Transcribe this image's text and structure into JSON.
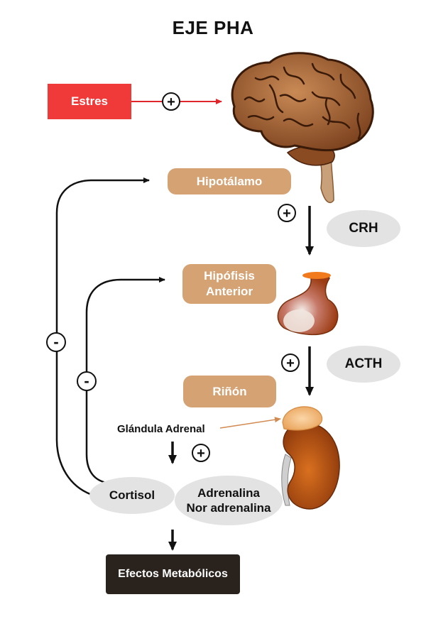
{
  "title": "EJE PHA",
  "nodes": {
    "estres": "Estres",
    "hipotalamo": "Hipotálamo",
    "hipofisis_line1": "Hipófisis",
    "hipofisis_line2": "Anterior",
    "rinon": "Riñón",
    "crh": "CRH",
    "acth": "ACTH",
    "glandula_adrenal": "Glándula Adrenal",
    "cortisol": "Cortisol",
    "adrenalina_line1": "Adrenalina",
    "adrenalina_line2": "Nor adrenalina",
    "efectos": "Efectos Metabólicos"
  },
  "signs": {
    "plus": "+",
    "minus": "-"
  },
  "colors": {
    "stress_red": "#f03a3a",
    "tan": "#d5a273",
    "grey_oval": "#e3e3e4",
    "dark_box": "#2a221c",
    "brain": "#a0623a",
    "kidney": "#b8520f"
  }
}
